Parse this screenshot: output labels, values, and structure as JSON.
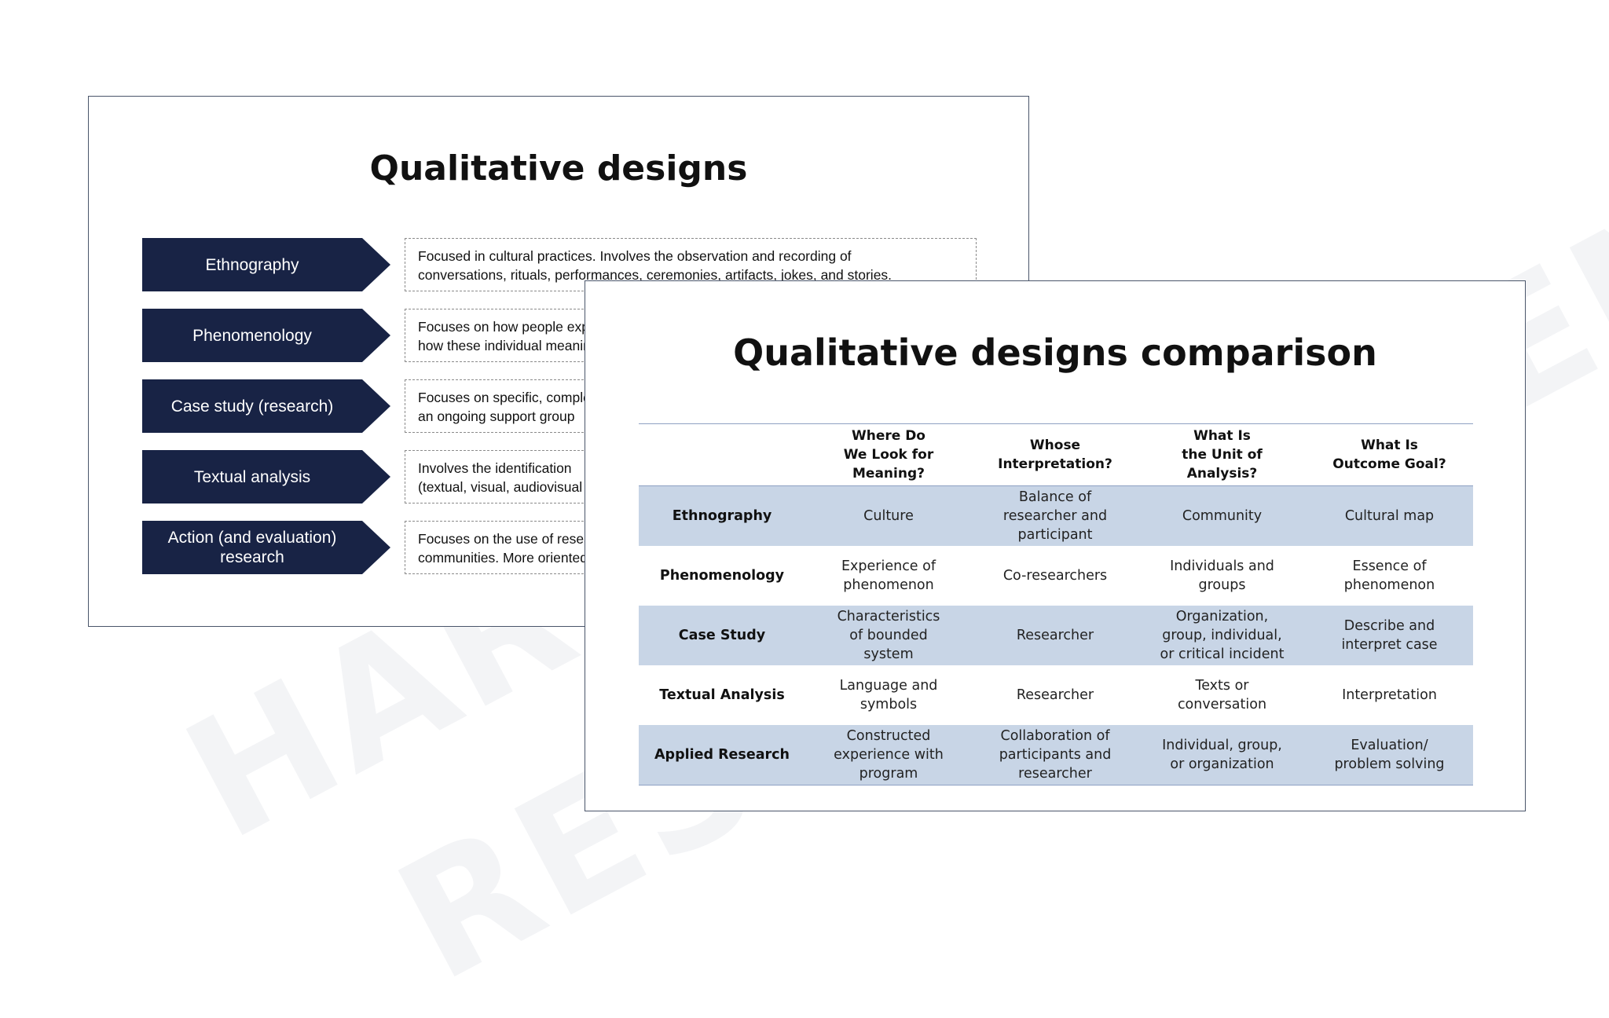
{
  "watermark": {
    "line1": "HARVARD",
    "line2": "RESEARCH ZEMERO"
  },
  "slide_back": {
    "title": "Qualitative designs",
    "rows": [
      {
        "label": "Ethnography",
        "desc_line1": "Focused in cultural practices. Involves the observation and recording of",
        "desc_line2": "conversations, rituals, performances, ceremonies, artifacts, jokes, and stories."
      },
      {
        "label": "Phenomenology",
        "desc_line1": "Focuses on how people experience",
        "desc_line2": "how these individual meanings"
      },
      {
        "label": "Case study (research)",
        "desc_line1": "Focuses on specific, complex",
        "desc_line2": "an ongoing support group"
      },
      {
        "label": "Textual analysis",
        "desc_line1": "Involves the identification",
        "desc_line2": "(textual, visual, audiovisual"
      },
      {
        "label": "Action (and evaluation)\nresearch",
        "desc_line1": "Focuses on the use of research",
        "desc_line2": "communities. More oriented"
      }
    ]
  },
  "slide_front": {
    "title": "Qualitative designs comparison",
    "columns": [
      "",
      "Where Do\nWe Look for\nMeaning?",
      "Whose\nInterpretation?",
      "What Is\nthe Unit of\nAnalysis?",
      "What Is\nOutcome Goal?"
    ],
    "rows": [
      [
        "Ethnography",
        "Culture",
        "Balance of\nresearcher and\nparticipant",
        "Community",
        "Cultural map"
      ],
      [
        "Phenomenology",
        "Experience of\nphenomenon",
        "Co-researchers",
        "Individuals and\ngroups",
        "Essence of\nphenomenon"
      ],
      [
        "Case Study",
        "Characteristics\nof bounded\nsystem",
        "Researcher",
        "Organization,\ngroup, individual,\nor critical incident",
        "Describe and\ninterpret case"
      ],
      [
        "Textual Analysis",
        "Language and\nsymbols",
        "Researcher",
        "Texts or\nconversation",
        "Interpretation"
      ],
      [
        "Applied Research",
        "Constructed\nexperience with\nprogram",
        "Collaboration of\nparticipants and\nresearcher",
        "Individual, group,\nor organization",
        "Evaluation/\nproblem solving"
      ]
    ],
    "shaded_color": "#c8d5e6"
  },
  "colors": {
    "chevron": "#182345",
    "border": "#4a556a",
    "rule": "#8ea1c3"
  }
}
